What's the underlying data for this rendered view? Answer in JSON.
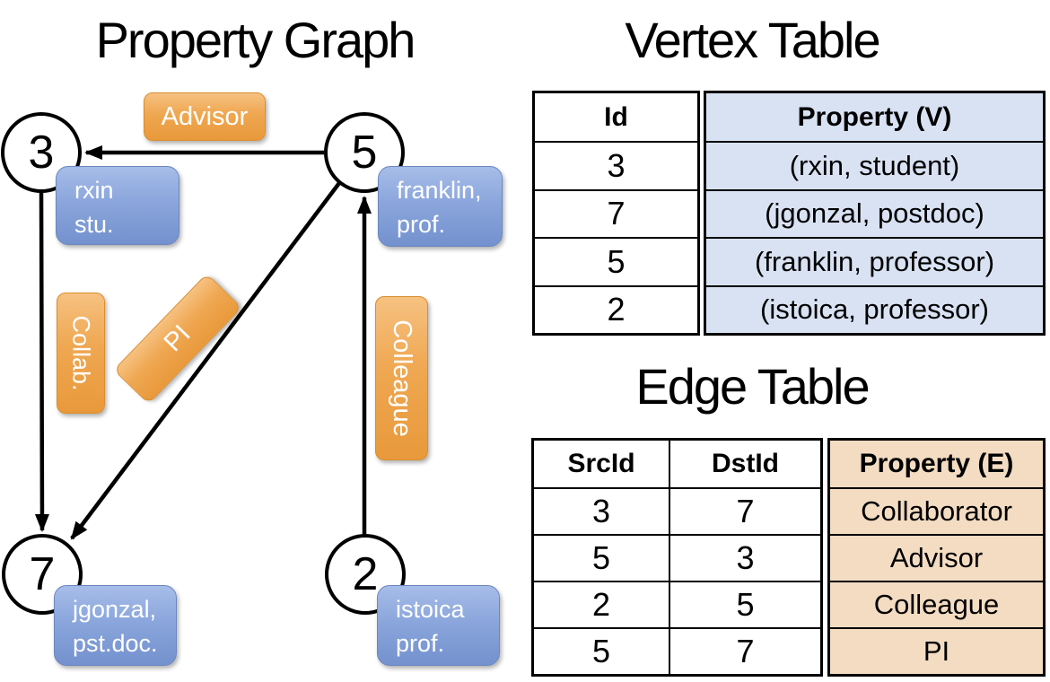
{
  "titles": {
    "graph": "Property Graph",
    "vertex_table": "Vertex Table",
    "edge_table": "Edge Table"
  },
  "graph": {
    "nodes": [
      {
        "id": "3",
        "property_lines": [
          "rxin",
          "stu."
        ]
      },
      {
        "id": "5",
        "property_lines": [
          "franklin,",
          "prof."
        ]
      },
      {
        "id": "7",
        "property_lines": [
          "jgonzal,",
          "pst.doc."
        ]
      },
      {
        "id": "2",
        "property_lines": [
          "istoica",
          "prof."
        ]
      }
    ],
    "edge_labels": {
      "advisor": "Advisor",
      "collab": "Collab.",
      "pi": "PI",
      "colleague": "Colleague"
    }
  },
  "vertex_table": {
    "headers": {
      "id": "Id",
      "property": "Property (V)"
    },
    "rows": [
      {
        "id": "3",
        "property": "(rxin, student)"
      },
      {
        "id": "7",
        "property": "(jgonzal, postdoc)"
      },
      {
        "id": "5",
        "property": "(franklin, professor)"
      },
      {
        "id": "2",
        "property": "(istoica, professor)"
      }
    ]
  },
  "edge_table": {
    "headers": {
      "src": "SrcId",
      "dst": "DstId",
      "property": "Property (E)"
    },
    "rows": [
      {
        "src": "3",
        "dst": "7",
        "property": "Collaborator"
      },
      {
        "src": "5",
        "dst": "3",
        "property": "Advisor"
      },
      {
        "src": "2",
        "dst": "5",
        "property": "Colleague"
      },
      {
        "src": "5",
        "dst": "7",
        "property": "PI"
      }
    ]
  },
  "colors": {
    "orange_hi": "#F6C181",
    "orange": "#EFA751",
    "orange_lo": "#E9993B",
    "orange_border": "#D98E2F",
    "blue_hi": "#A7BDE9",
    "blue": "#8BA6DC",
    "blue_lo": "#7391CE",
    "blue_border": "#6B87C1",
    "table_blue": "#D8E2F3",
    "table_tan": "#F3DCC2",
    "line": "#000000"
  }
}
